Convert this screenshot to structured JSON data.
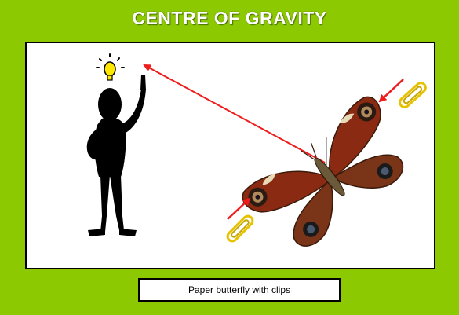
{
  "title": "CENTRE OF GRAVITY",
  "caption": "Paper butterfly with clips",
  "colors": {
    "border": "#8cc900",
    "panel": "#ffffff",
    "arrow": "#ee1c1c",
    "clip": "#e6c200",
    "figure": "#000000",
    "bulb": "#ffe800"
  },
  "icons": {
    "figure": "thinking-stick-figure",
    "bulb": "lightbulb-icon",
    "butterfly": "peacock-butterfly",
    "clip": "paper-clip-icon"
  }
}
